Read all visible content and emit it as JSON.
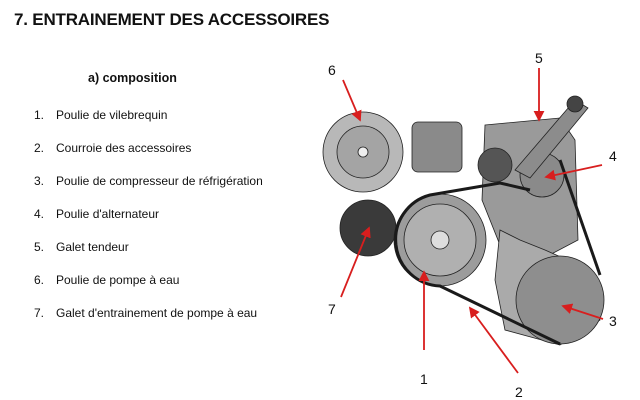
{
  "title": "7. ENTRAINEMENT DES ACCESSOIRES",
  "section": "a) composition",
  "items": [
    {
      "num": "1.",
      "label": "Poulie de vilebrequin"
    },
    {
      "num": "2.",
      "label": "Courroie des accessoires"
    },
    {
      "num": "3.",
      "label": "Poulie de compresseur de réfrigération"
    },
    {
      "num": "4.",
      "label": "Poulie d'alternateur"
    },
    {
      "num": "5.",
      "label": "Galet tendeur"
    },
    {
      "num": "6.",
      "label": "Poulie de pompe à eau"
    },
    {
      "num": "7.",
      "label": "Galet d'entrainement de pompe à eau"
    }
  ],
  "diagram": {
    "callouts": [
      "1",
      "2",
      "3",
      "4",
      "5",
      "6",
      "7"
    ],
    "arrow_color": "#d81e1e"
  }
}
